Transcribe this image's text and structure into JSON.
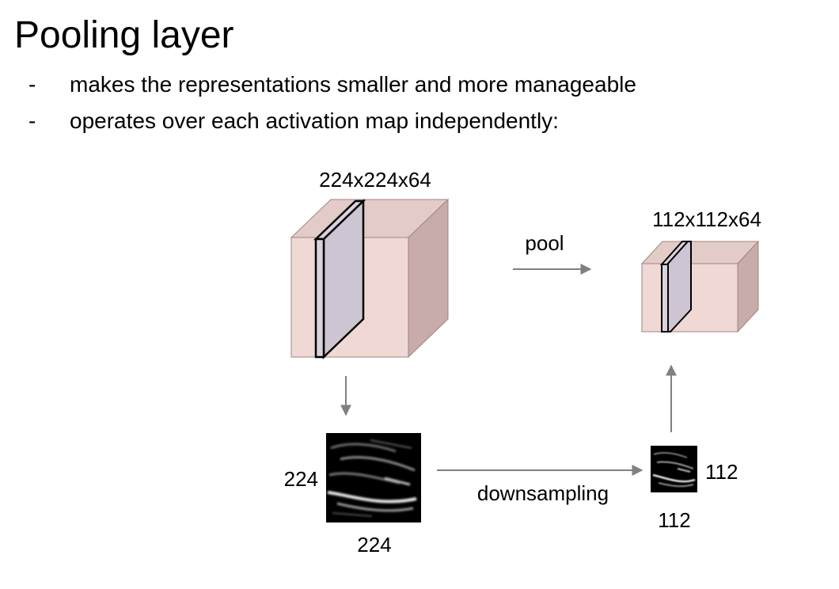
{
  "slide": {
    "title": "Pooling layer",
    "bullets": [
      {
        "marker": "-",
        "text": "makes the representations smaller and more manageable"
      },
      {
        "marker": "-",
        "text": "operates over each activation map independently:"
      }
    ]
  },
  "diagram": {
    "input_volume": {
      "label": "224x224x64"
    },
    "output_volume": {
      "label": "112x112x64"
    },
    "pool_arrow": {
      "label": "pool"
    },
    "input_map": {
      "height_label": "224",
      "width_label": "224"
    },
    "output_map": {
      "height_label": "112",
      "width_label": "112"
    },
    "downsample_arrow": {
      "label": "downsampling"
    },
    "colors": {
      "volume_front": "#f0d8d5",
      "volume_top": "#e3cbc8",
      "volume_side": "#c7acaa",
      "slice_fill": "#cdc5d2",
      "arrow": "#808080",
      "map_background": "#000000"
    }
  }
}
